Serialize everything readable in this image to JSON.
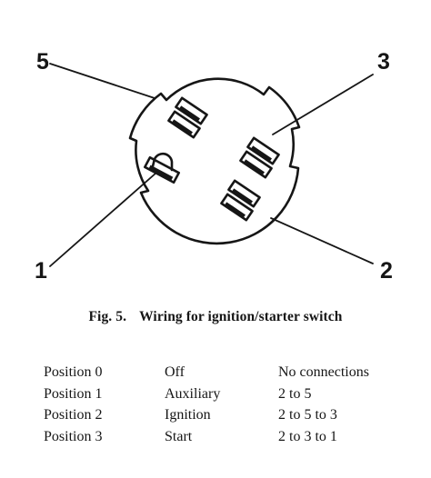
{
  "terminals": {
    "t5": "5",
    "t3": "3",
    "t1": "1",
    "t2": "2"
  },
  "caption": {
    "number": "Fig. 5.",
    "title": "Wiring for ignition/starter switch"
  },
  "table": {
    "rows": [
      {
        "position": "Position 0",
        "state": "Off",
        "connection": "No connections"
      },
      {
        "position": "Position 1",
        "state": "Auxiliary",
        "connection": "2 to 5"
      },
      {
        "position": "Position 2",
        "state": "Ignition",
        "connection": "2 to 5 to 3"
      },
      {
        "position": "Position 3",
        "state": "Start",
        "connection": "2 to 3 to 1"
      }
    ]
  },
  "colors": {
    "ink": "#161616",
    "paper": "#ffffff"
  }
}
